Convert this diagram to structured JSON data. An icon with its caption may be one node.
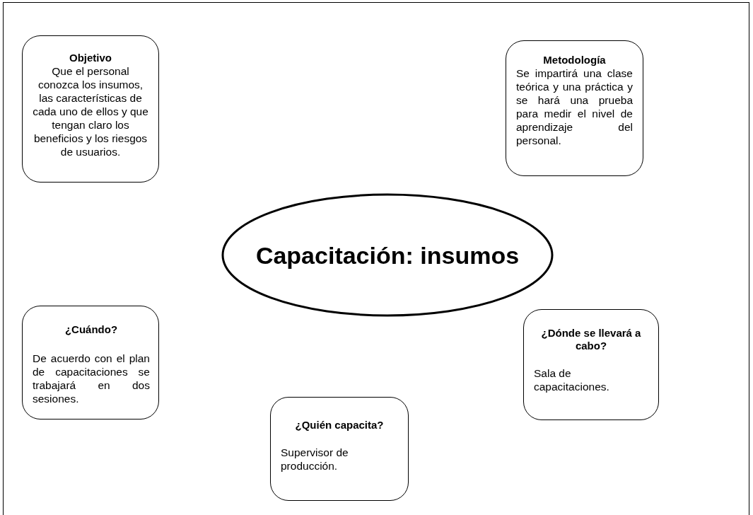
{
  "diagram": {
    "nodes": [
      {
        "text": [
          "Objetivo",
          "Que el personal conozca los insumos, las características de cada uno de ellos y que tengan claro los beneficios y los riesgos de usuarios."
        ]
      },
      {
        "text": [
          "Metodología",
          "Se impartirá una clase teórica y una práctica y se hará una prueba para medir el nivel de aprendizaje del personal."
        ]
      },
      {
        "text": [
          "Capacitación: insumos"
        ]
      },
      {
        "text": [
          "¿Cuándo?",
          "De acuerdo con el plan de capacitaciones se trabajará en dos sesiones."
        ]
      },
      {
        "text": [
          "¿Dónde se llevará a cabo?",
          "Sala de capacitaciones."
        ]
      },
      {
        "text": [
          "¿Quién capacita?",
          "Supervisor de producción."
        ]
      }
    ]
  }
}
